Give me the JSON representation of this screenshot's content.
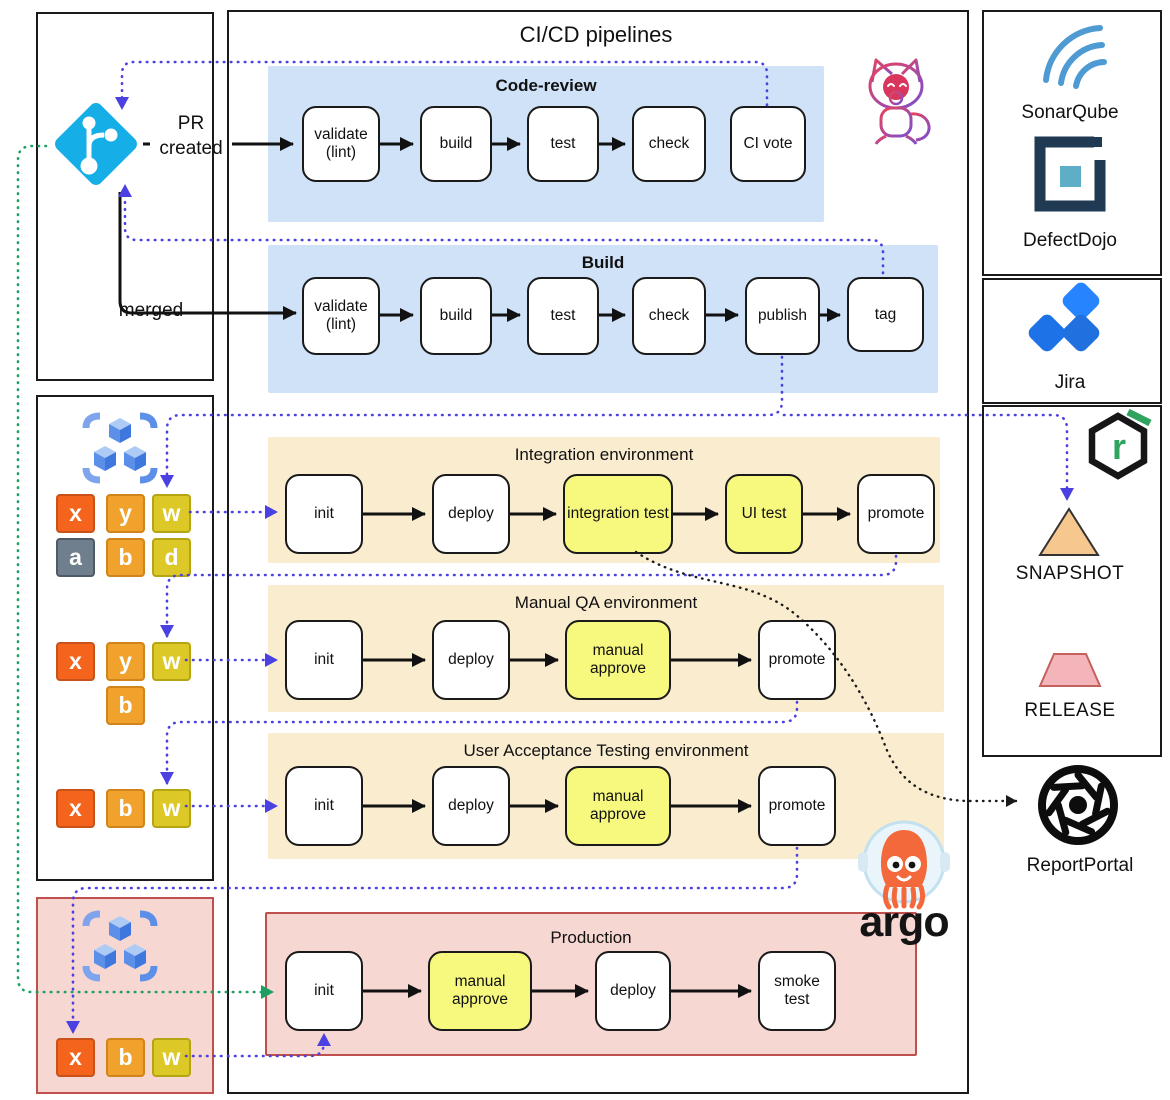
{
  "title": "CI/CD pipelines",
  "scm": {
    "pr_label": "PR created",
    "merged_label": "merged"
  },
  "pipelines": [
    {
      "name": "Code-review",
      "stages": [
        {
          "label": "validate (lint)"
        },
        {
          "label": "build"
        },
        {
          "label": "test"
        },
        {
          "label": "check"
        },
        {
          "label": "CI vote"
        }
      ]
    },
    {
      "name": "Build",
      "stages": [
        {
          "label": "validate (lint)"
        },
        {
          "label": "build"
        },
        {
          "label": "test"
        },
        {
          "label": "check"
        },
        {
          "label": "publish"
        },
        {
          "label": "tag"
        }
      ]
    },
    {
      "name": "Integration environment",
      "stages": [
        {
          "label": "init"
        },
        {
          "label": "deploy"
        },
        {
          "label": "integration test"
        },
        {
          "label": "UI test"
        },
        {
          "label": "promote"
        }
      ]
    },
    {
      "name": "Manual QA environment",
      "stages": [
        {
          "label": "init"
        },
        {
          "label": "deploy"
        },
        {
          "label": "manual approve"
        },
        {
          "label": "promote"
        }
      ]
    },
    {
      "name": "User Acceptance Testing environment",
      "stages": [
        {
          "label": "init"
        },
        {
          "label": "deploy"
        },
        {
          "label": "manual approve"
        },
        {
          "label": "promote"
        }
      ]
    },
    {
      "name": "Production",
      "stages": [
        {
          "label": "init"
        },
        {
          "label": "manual approve"
        },
        {
          "label": "deploy"
        },
        {
          "label": "smoke test"
        }
      ]
    }
  ],
  "clusters": [
    {
      "letters": [
        {
          "ch": "x"
        },
        {
          "ch": "y"
        },
        {
          "ch": "w"
        },
        {
          "ch": "a"
        },
        {
          "ch": "b"
        },
        {
          "ch": "d"
        }
      ]
    },
    {
      "letters": [
        {
          "ch": "x"
        },
        {
          "ch": "y"
        },
        {
          "ch": "w"
        },
        {
          "ch": "b"
        }
      ]
    },
    {
      "letters": [
        {
          "ch": "x"
        },
        {
          "ch": "b"
        },
        {
          "ch": "w"
        }
      ]
    },
    {
      "letters": [
        {
          "ch": "x"
        },
        {
          "ch": "b"
        },
        {
          "ch": "w"
        }
      ]
    }
  ],
  "tools": {
    "sonarqube": "SonarQube",
    "defectdojo": "DefectDojo",
    "jira": "Jira",
    "snapshot": "SNAPSHOT",
    "release": "RELEASE",
    "reportportal": "ReportPortal",
    "argo": "argo"
  },
  "colors": {
    "flow_blue": "#4b41e0",
    "flow_green": "#1e9e63",
    "flow_black": "#1a1a1a",
    "stage_yellow": "#f6f97e",
    "band_blue": "#cfe2f7",
    "band_sand": "#faedcf",
    "band_pink": "#f7d7d2",
    "prod_border": "#c0504d",
    "git_icon": "#16aee6",
    "snapshot_fill": "#f6c88f",
    "release_fill": "#f3b5ba"
  }
}
